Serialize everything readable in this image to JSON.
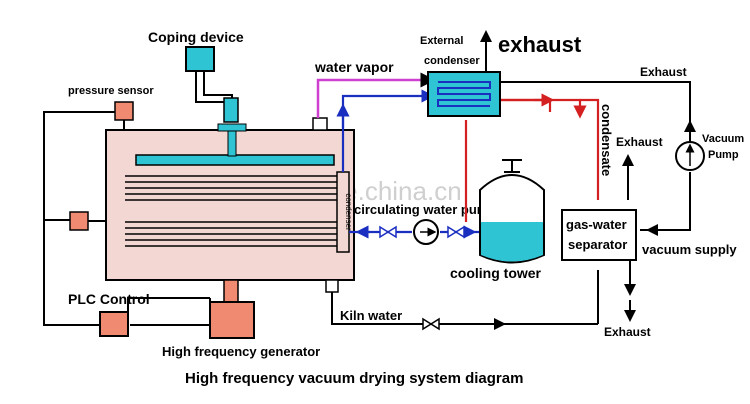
{
  "title": "High frequency vacuum drying system diagram",
  "watermark": "trade.china.cn",
  "labels": {
    "coping_device": "Coping device",
    "pressure_sensor": "pressure sensor",
    "water_vapor": "water vapor",
    "external_condenser_1": "External",
    "external_condenser_2": "condenser",
    "exhaust_big": "exhaust",
    "exhaust_top_right": "Exhaust",
    "vacuum_pump_1": "Vacuum",
    "vacuum_pump_2": "Pump",
    "condensate": "condensate",
    "exhaust_mid": "Exhaust",
    "circulating_water_pump": "circulating water pump",
    "condenser_internal": "condenser",
    "cooling_tower": "cooling tower",
    "separator_1": "gas-water",
    "separator_2": "separator",
    "vacuum_supply": "vacuum supply",
    "plc_control": "PLC Control",
    "kiln_water": "Kiln water",
    "exhaust_bottom": "Exhaust",
    "hf_generator": "High frequency generator"
  },
  "colors": {
    "kiln": "#f3d7d2",
    "salmon": "#f08a70",
    "cyan": "#2ec4d3",
    "vapor": "#d040d0",
    "blue_pipe": "#1a2fc0",
    "red_pipe": "#d42020",
    "line": "#000000"
  }
}
